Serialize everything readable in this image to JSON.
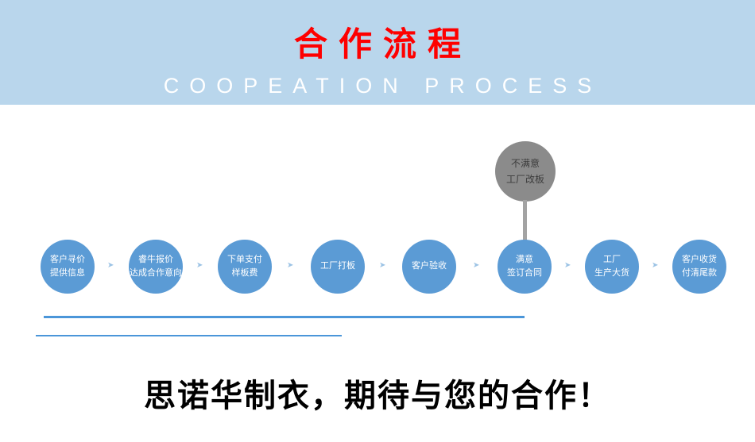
{
  "banner": {
    "title": "合作流程",
    "subtitle": "COOPEATION PROCESS"
  },
  "colors": {
    "banner_bg": "#b9d6ec",
    "title_red": "#fe0000",
    "subtitle_white": "#ffffff",
    "circle_blue": "#5b9bd5",
    "reject_gray": "#8b8b8b",
    "line_blue": "#4b96d9",
    "slogan_black": "#000000"
  },
  "icons": {
    "arrow_right": "➤"
  },
  "flow": {
    "reject_node": {
      "line1": "不满意",
      "line2": "工厂改板"
    },
    "steps": [
      {
        "line1": "客户寻价",
        "line2": "提供信息"
      },
      {
        "line1": "睿牛报价",
        "line2": "达成合作意向"
      },
      {
        "line1": "下单支付",
        "line2": "样板费"
      },
      {
        "line1": "工厂打板",
        "line2": ""
      },
      {
        "line1": "客户验收",
        "line2": ""
      },
      {
        "line1": "满意",
        "line2": "签订合同"
      },
      {
        "line1": "工厂",
        "line2": "生产大货"
      },
      {
        "line1": "客户收货",
        "line2": "付清尾款"
      }
    ]
  },
  "footer": {
    "slogan": "思诺华制衣，期待与您的合作！"
  }
}
